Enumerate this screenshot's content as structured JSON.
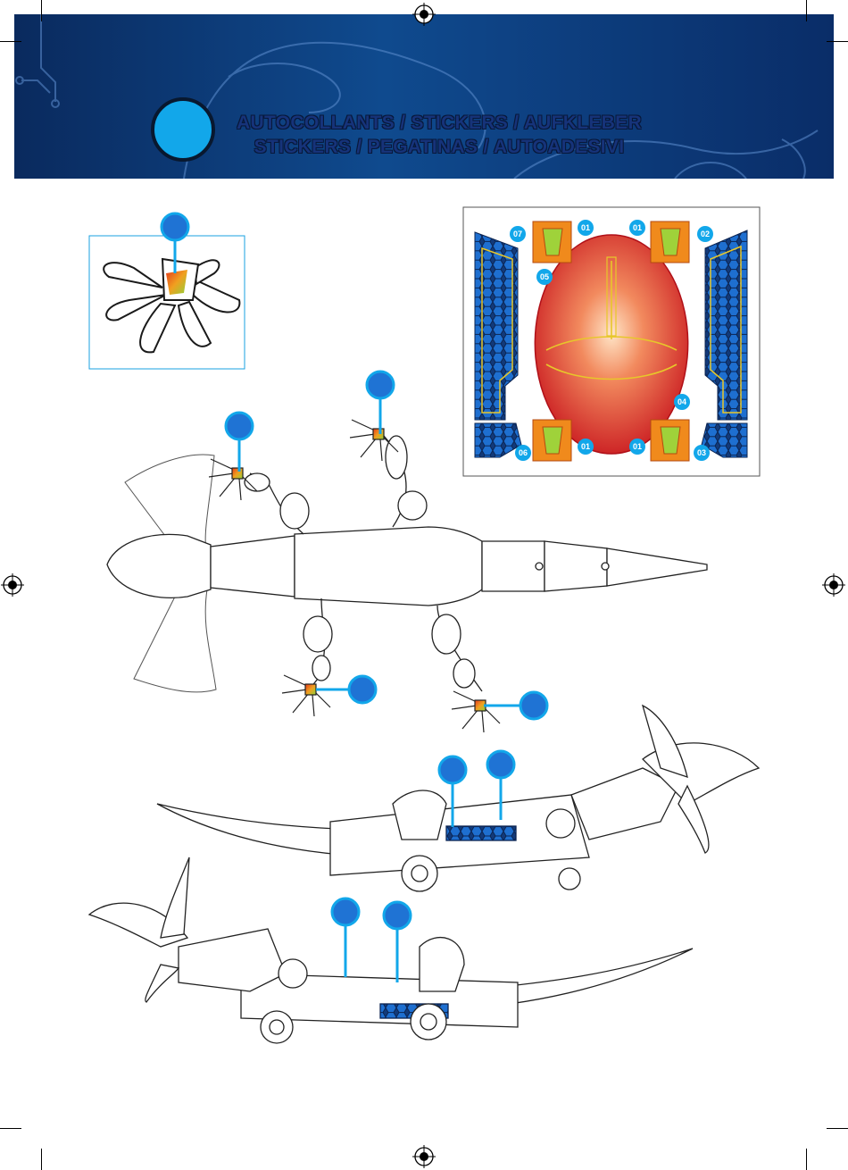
{
  "header": {
    "title_line1": "AUTOCOLLANTS / STICKERS / AUFKLEBER",
    "title_line2": "STICKERS / PEGATINAS / AUTOADESIVI",
    "colors": {
      "banner_dark": "#0a2a5e",
      "banner_mid": "#0f4a8e",
      "accent": "#12a7ea",
      "title": "#16337a"
    }
  },
  "sticker_sheet": {
    "labels": {
      "s07": "07",
      "s01a": "01",
      "s01b": "01",
      "s02": "02",
      "s05": "05",
      "s04": "04",
      "s06": "06",
      "s01c": "01",
      "s01d": "01",
      "s03": "03"
    },
    "colors": {
      "hex_blue": "#1e6fd0",
      "shell_red": "#d9262c",
      "foot_orange": "#f08a1c",
      "foot_green": "#9fd23a"
    }
  },
  "icons": [
    "registration-mark-icon",
    "callout-pin-icon"
  ]
}
